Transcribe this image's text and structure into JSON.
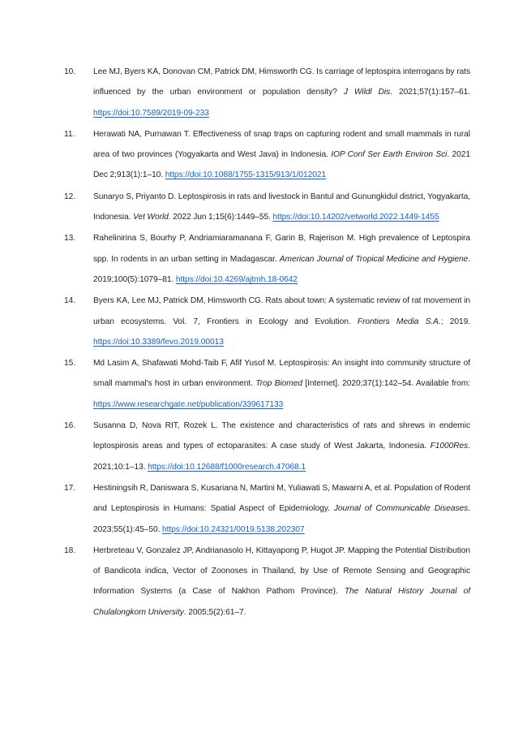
{
  "references": [
    {
      "number": "10.",
      "before": "Lee MJ, Byers KA, Donovan CM, Patrick DM, Himsworth CG. Is carriage of leptospira interrogans by rats influenced by the urban environment or population density? ",
      "journal": "J Wildl Dis",
      "after": ". 2021;57(1):157–61. ",
      "link": "https://doi:10.7589/2019-09-233"
    },
    {
      "number": "11.",
      "before": "Herawati NA, Purnawan T. Effectiveness of snap traps on capturing rodent and small mammals in rural area of two provinces (Yogyakarta and West Java) in Indonesia. ",
      "journal": "IOP Conf Ser Earth Environ Sci",
      "after": ". 2021 Dec 2;913(1):1–10. ",
      "link": "https://doi:10.1088/1755-1315/913/1/012021"
    },
    {
      "number": "12.",
      "before": "Sunaryo S, Priyanto D. Leptospirosis in rats and livestock in Bantul and Gunungkidul district, Yogyakarta, Indonesia. ",
      "journal": "Vet World",
      "after": ". 2022 Jun 1;15(6):1449–55. ",
      "link": "https://doi:10.14202/vetworld.2022.1449-1455"
    },
    {
      "number": "13.",
      "before": "Rahelinirina S, Bourhy P, Andriamiaramanana F, Garin B, Rajerison M. High prevalence of Leptospira spp. In rodents in an urban setting in Madagascar. ",
      "journal": "American Journal of Tropical Medicine and Hygiene",
      "after": ". 2019;100(5):1079–81. ",
      "link": "https://doi:10.4269/ajtmh.18-0642"
    },
    {
      "number": "14.",
      "before": "Byers KA, Lee MJ, Patrick DM, Himsworth CG. Rats about town: A systematic review of rat movement in urban ecosystems. Vol. 7, Frontiers in Ecology and Evolution. ",
      "journal": "Frontiers Media S.A.",
      "after": "; 2019. ",
      "link": "https://doi:10.3389/fevo.2019.00013"
    },
    {
      "number": "15.",
      "before": "Md Lasim A, Shafawati Mohd-Taib F, Afif Yusof M. Leptospirosis: An insight into community structure of small mammal's host in urban environment. ",
      "journal": "Trop Biomed",
      "after": " [Internet]. 2020;37(1):142–54. Available from: ",
      "link": "https://www.researchgate.net/publication/339617133"
    },
    {
      "number": "16.",
      "before": "Susanna D, Nova RIT, Rozek L. The existence and characteristics of rats and shrews in endemic leptospirosis areas and types of ectoparasites: A case study of West Jakarta, Indonesia. ",
      "journal": "F1000Res",
      "after": ". 2021;10:1–13. ",
      "link": "https://doi:10.12688/f1000research.47068.1"
    },
    {
      "number": "17.",
      "before": "Hestiningsih R, Daniswara S, Kusariana N, Martini M, Yuliawati S, Mawarni A, et al. Population of Rodent and Leptospirosis in Humans: Spatial Aspect of Epidemiology. ",
      "journal": "Journal of Communicable Diseases",
      "after": ". 2023;55(1):45–50. ",
      "link": "https://doi:10.24321/0019.5138.202307"
    },
    {
      "number": "18.",
      "before": "Herbreteau V, Gonzalez JP, Andrianasolo H, Kittayapong P, Hugot JP. Mapping the Potential Distribution of Bandicota indica, Vector of  Zoonoses in Thailand, by Use of Remote Sensing and Geographic Information Systems (a Case of Nakhon Pathom Province). ",
      "journal": "The Natural History Journal of Chulalongkorn University",
      "after": ". 2005;5(2):61–7.",
      "link": ""
    }
  ]
}
